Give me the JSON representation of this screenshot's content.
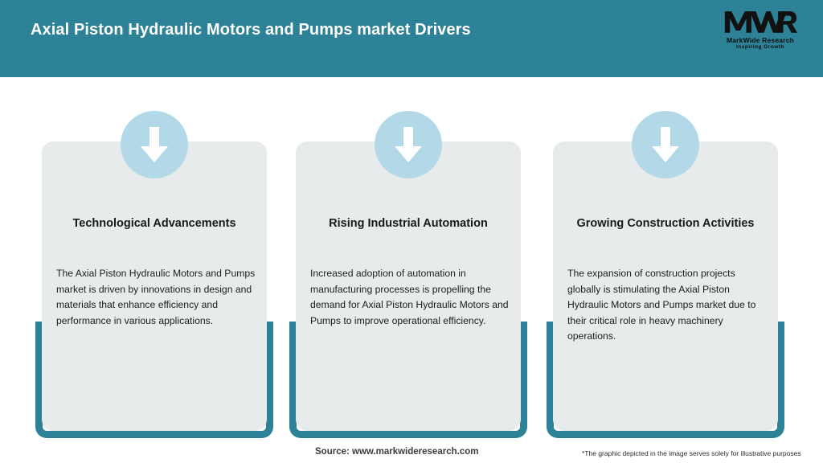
{
  "header": {
    "title": "Axial Piston Hydraulic Motors and Pumps market Drivers",
    "background_color": "#2d8298",
    "title_color": "#ffffff"
  },
  "logo": {
    "mark": "MWR",
    "name": "MarkWide Research",
    "tagline": "Inspiring Growth"
  },
  "theme": {
    "accent_color": "#2d8298",
    "card_background": "#e8ebec",
    "icon_circle_color": "#b3d9e8",
    "arrow_color": "#ffffff"
  },
  "cards": [
    {
      "icon": "down-arrow-icon",
      "title": "Technological Advancements",
      "body": "The Axial Piston Hydraulic Motors and Pumps market is driven by innovations in design and materials that enhance efficiency and performance in various applications."
    },
    {
      "icon": "down-arrow-icon",
      "title": "Rising Industrial Automation",
      "body": "Increased adoption of automation in manufacturing processes is propelling the demand for Axial Piston Hydraulic Motors and Pumps to improve operational efficiency."
    },
    {
      "icon": "down-arrow-icon",
      "title": "Growing Construction Activities",
      "body": "The expansion of construction projects globally is stimulating the Axial Piston Hydraulic Motors and Pumps market due to their critical role in heavy machinery operations."
    }
  ],
  "footer": {
    "source": "Source: www.markwideresearch.com",
    "disclaimer": "*The graphic depicted in the image serves solely for illustrative purposes"
  }
}
